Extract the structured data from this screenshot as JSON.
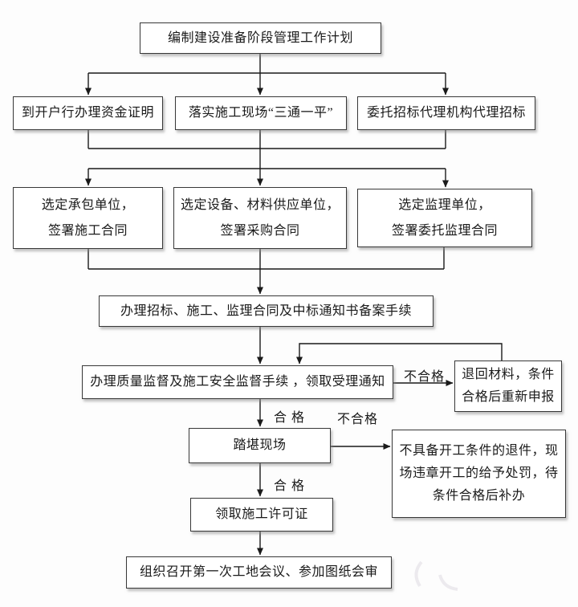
{
  "nodes": {
    "plan": {
      "label": "编制建设准备阶段管理工作计划"
    },
    "fund": {
      "label": "到开户行办理资金证明"
    },
    "site_prep": {
      "label": "落实施工现场“三通一平”"
    },
    "agency": {
      "label": "委托招标代理机构代理招标"
    },
    "contractor": {
      "label": "选定承包单位，\n签署施工合同"
    },
    "supplier": {
      "label": "选定设备、材料供应单位，\n签署采购合同"
    },
    "supervision": {
      "label": "选定监理单位，\n签署委托监理合同"
    },
    "filing": {
      "label": "办理招标、施工、监理合同及中标通知书备案手续"
    },
    "quality": {
      "label": "办理质量监督及施工安全监督手续 ，领取受理通知"
    },
    "return_materials": {
      "label": "退回材料，条件\n合格后重新申报"
    },
    "site_visit": {
      "label": "踏堪现场"
    },
    "reject": {
      "label": "不具备开工条件的退件，现\n场违章开工的给予处罚，待\n条件合格后补办"
    },
    "permit": {
      "label": "领取施工许可证"
    },
    "first_meeting": {
      "label": "组织召开第一次工地会议、参加图纸会审"
    }
  },
  "edge_labels": {
    "fail_quality": "不合格",
    "pass_quality": "合 格",
    "fail_visit": "不合格",
    "pass_visit": "合 格"
  },
  "colors": {
    "line": "#1a1a1a",
    "box_border": "#383838",
    "box_fill": "#ffffff",
    "text": "#1a1a1a",
    "background": "#fdfdfd"
  }
}
